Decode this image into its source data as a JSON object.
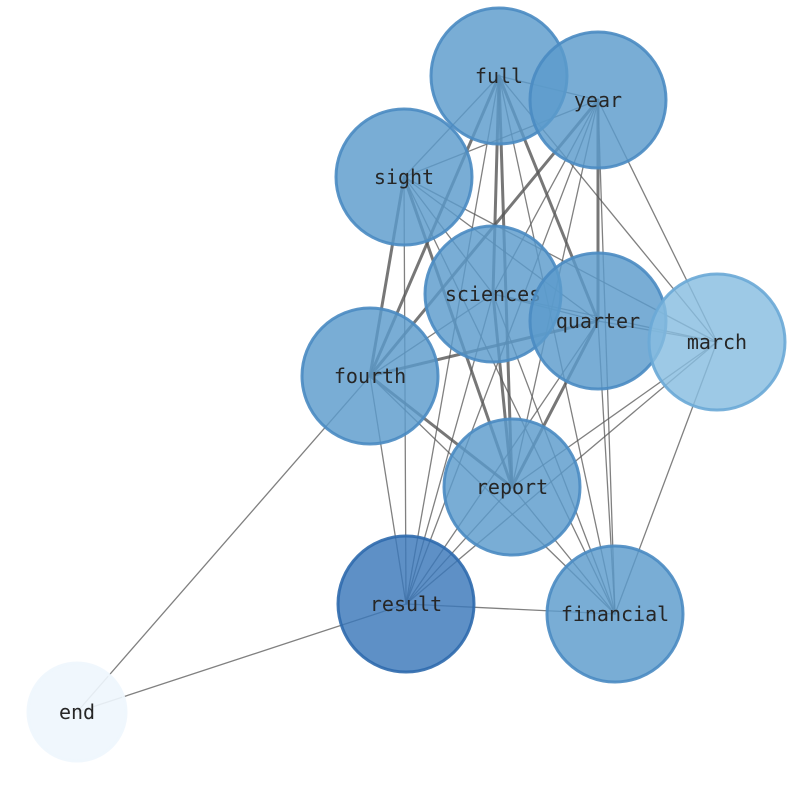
{
  "graph": {
    "nodes": [
      {
        "id": "full",
        "label": "full",
        "weight": 0.62,
        "color": "#5b9bcc",
        "edge_color": "#4a8bc2"
      },
      {
        "id": "year",
        "label": "year",
        "weight": 0.62,
        "color": "#5b9bcc",
        "edge_color": "#4a8bc2"
      },
      {
        "id": "sight",
        "label": "sight",
        "weight": 0.62,
        "color": "#5b9bcc",
        "edge_color": "#4a8bc2"
      },
      {
        "id": "sciences",
        "label": "sciences",
        "weight": 0.62,
        "color": "#5b9bcc",
        "edge_color": "#4a8bc2"
      },
      {
        "id": "quarter",
        "label": "quarter",
        "weight": 0.62,
        "color": "#5b9bcc",
        "edge_color": "#4a8bc2"
      },
      {
        "id": "march",
        "label": "march",
        "weight": 0.45,
        "color": "#88bde0",
        "edge_color": "#6aa9d6"
      },
      {
        "id": "fourth",
        "label": "fourth",
        "weight": 0.62,
        "color": "#5b9bcc",
        "edge_color": "#4a8bc2"
      },
      {
        "id": "report",
        "label": "report",
        "weight": 0.62,
        "color": "#5b9bcc",
        "edge_color": "#4a8bc2"
      },
      {
        "id": "result",
        "label": "result",
        "weight": 0.85,
        "color": "#3b78b9",
        "edge_color": "#2f6aad"
      },
      {
        "id": "financial",
        "label": "financial",
        "weight": 0.62,
        "color": "#5b9bcc",
        "edge_color": "#4a8bc2"
      },
      {
        "id": "end",
        "label": "end",
        "weight": 0.05,
        "color": "#eef6fd",
        "edge_color": "#eef6fd"
      }
    ],
    "edges": [
      {
        "source": "full",
        "target": "year",
        "weight": 1
      },
      {
        "source": "full",
        "target": "sight",
        "weight": 1
      },
      {
        "source": "full",
        "target": "sciences",
        "weight": 2
      },
      {
        "source": "full",
        "target": "quarter",
        "weight": 2
      },
      {
        "source": "full",
        "target": "march",
        "weight": 1
      },
      {
        "source": "full",
        "target": "fourth",
        "weight": 2
      },
      {
        "source": "full",
        "target": "report",
        "weight": 2
      },
      {
        "source": "full",
        "target": "result",
        "weight": 1
      },
      {
        "source": "full",
        "target": "financial",
        "weight": 1
      },
      {
        "source": "year",
        "target": "sight",
        "weight": 1
      },
      {
        "source": "year",
        "target": "sciences",
        "weight": 1
      },
      {
        "source": "year",
        "target": "quarter",
        "weight": 2
      },
      {
        "source": "year",
        "target": "march",
        "weight": 1
      },
      {
        "source": "year",
        "target": "fourth",
        "weight": 2
      },
      {
        "source": "year",
        "target": "report",
        "weight": 1
      },
      {
        "source": "year",
        "target": "result",
        "weight": 1
      },
      {
        "source": "year",
        "target": "financial",
        "weight": 1
      },
      {
        "source": "sight",
        "target": "sciences",
        "weight": 1
      },
      {
        "source": "sight",
        "target": "quarter",
        "weight": 1
      },
      {
        "source": "sight",
        "target": "march",
        "weight": 1
      },
      {
        "source": "sight",
        "target": "fourth",
        "weight": 2
      },
      {
        "source": "sight",
        "target": "report",
        "weight": 2
      },
      {
        "source": "sight",
        "target": "result",
        "weight": 1
      },
      {
        "source": "sight",
        "target": "financial",
        "weight": 1
      },
      {
        "source": "sciences",
        "target": "quarter",
        "weight": 1
      },
      {
        "source": "sciences",
        "target": "march",
        "weight": 1
      },
      {
        "source": "sciences",
        "target": "fourth",
        "weight": 1
      },
      {
        "source": "sciences",
        "target": "report",
        "weight": 2
      },
      {
        "source": "sciences",
        "target": "result",
        "weight": 1
      },
      {
        "source": "sciences",
        "target": "financial",
        "weight": 1
      },
      {
        "source": "quarter",
        "target": "march",
        "weight": 1
      },
      {
        "source": "quarter",
        "target": "fourth",
        "weight": 2
      },
      {
        "source": "quarter",
        "target": "report",
        "weight": 2
      },
      {
        "source": "quarter",
        "target": "result",
        "weight": 1
      },
      {
        "source": "quarter",
        "target": "financial",
        "weight": 1
      },
      {
        "source": "march",
        "target": "report",
        "weight": 1
      },
      {
        "source": "march",
        "target": "result",
        "weight": 1
      },
      {
        "source": "march",
        "target": "financial",
        "weight": 1
      },
      {
        "source": "fourth",
        "target": "report",
        "weight": 2
      },
      {
        "source": "fourth",
        "target": "result",
        "weight": 1
      },
      {
        "source": "fourth",
        "target": "financial",
        "weight": 1
      },
      {
        "source": "fourth",
        "target": "end",
        "weight": 1
      },
      {
        "source": "report",
        "target": "result",
        "weight": 1
      },
      {
        "source": "report",
        "target": "financial",
        "weight": 1
      },
      {
        "source": "result",
        "target": "financial",
        "weight": 1
      },
      {
        "source": "result",
        "target": "end",
        "weight": 1
      }
    ]
  }
}
